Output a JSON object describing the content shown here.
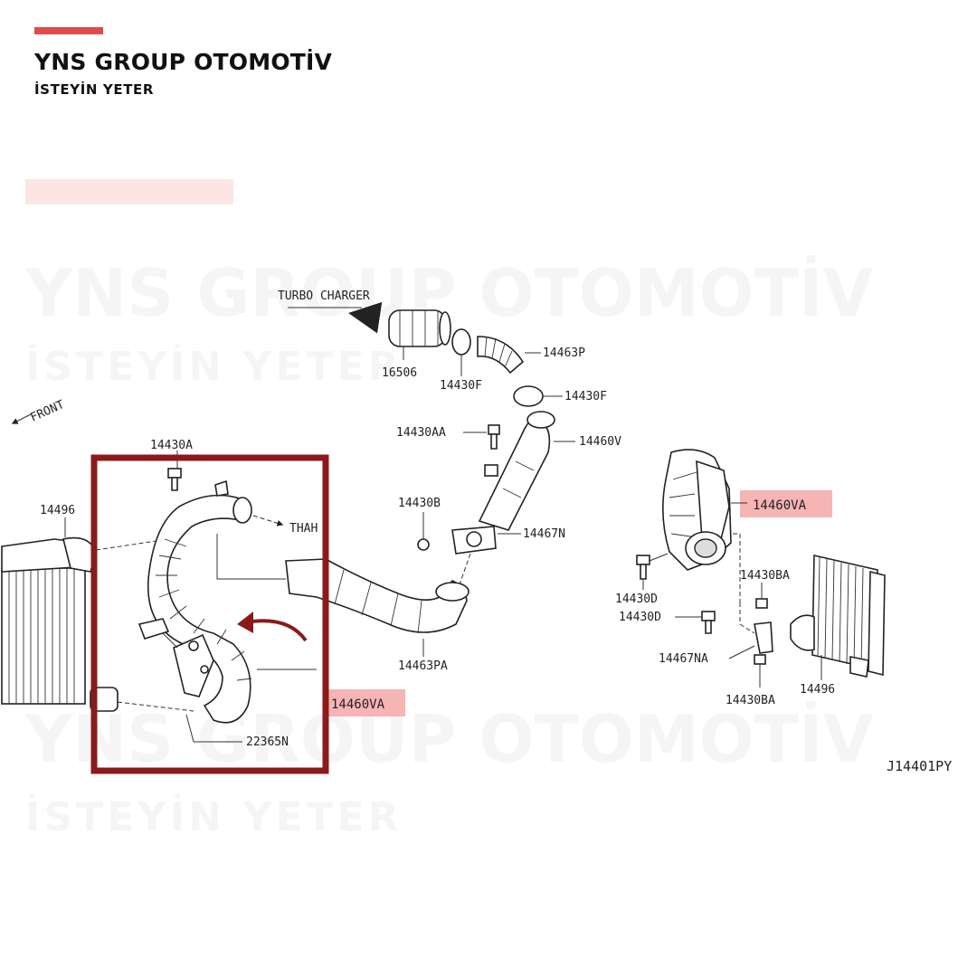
{
  "brand": {
    "name": "YNS GROUP OTOMOTİV",
    "slogan": "İSTEYİN YETER",
    "accent_color": "#e04a4a",
    "frame_color": "#8b1a1a",
    "highlight_color": "#f4a7a7"
  },
  "watermark": {
    "line1": "YNS GROUP OTOMOTİV",
    "line2": "İSTEYİN YETER"
  },
  "diagram": {
    "direction_labels": {
      "turbo": "TURBO CHARGER",
      "front": "FRONT",
      "throttle": "THAH"
    },
    "parts": {
      "p16506": "16506",
      "p14430F_a": "14430F",
      "p14463P": "14463P",
      "p14430F_b": "14430F",
      "p14430AA": "14430AA",
      "p14460V": "14460V",
      "p14430B": "14430B",
      "p14467N": "14467N",
      "p14463PA": "14463PA",
      "p14430A": "14430A",
      "p14496_left": "14496",
      "p14460VA_main": "14460VA",
      "p22365N": "22365N",
      "p14460VA_detail": "14460VA",
      "p14430D_a": "14430D",
      "p14430BA_a": "14430BA",
      "p14430D_b": "14430D",
      "p14467NA": "14467NA",
      "p14496_right": "14496",
      "p14430BA_b": "14430BA"
    },
    "diagram_code": "J14401PY"
  }
}
